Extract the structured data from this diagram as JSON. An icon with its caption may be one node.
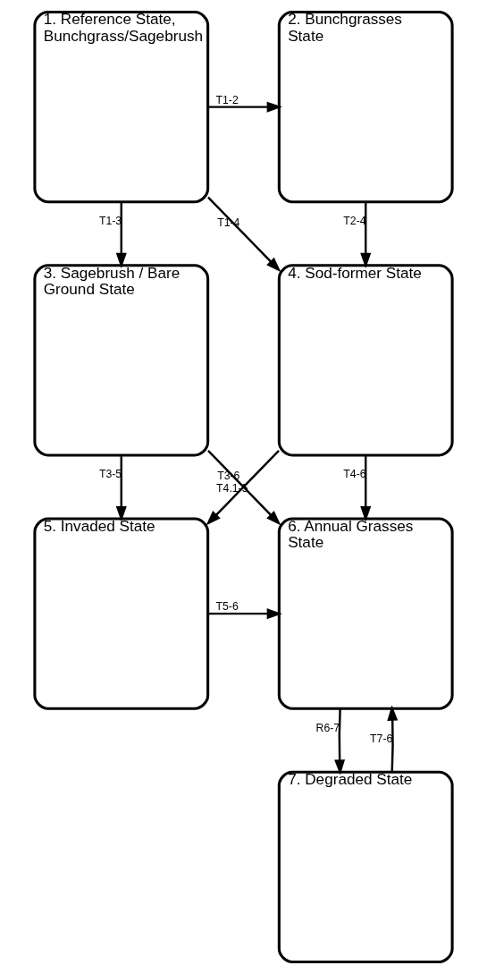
{
  "diagram": {
    "nodes": [
      {
        "text": [
          "1. Reference State, Bunchgrass/Sagebrush"
        ]
      },
      {
        "text": [
          "2. Bunchgrasses State"
        ]
      },
      {
        "text": [
          "3. Sagebrush / Bare Ground State"
        ]
      },
      {
        "text": [
          "4. Sod-former State"
        ]
      },
      {
        "text": [
          "5. Invaded State"
        ]
      },
      {
        "text": [
          "6. Annual Grasses State"
        ]
      },
      {
        "text": [
          "7. Degraded State"
        ]
      }
    ],
    "edges": [
      {
        "from": 0,
        "to": 1,
        "arrow": "to",
        "label": "T1-2"
      },
      {
        "from": 0,
        "to": 2,
        "arrow": "to",
        "label": "T1-3"
      },
      {
        "from": 0,
        "to": 3,
        "arrow": "to",
        "label": "T1-4"
      },
      {
        "from": 1,
        "to": 3,
        "arrow": "to",
        "label": "T2-4"
      },
      {
        "from": 2,
        "to": 4,
        "arrow": "to",
        "label": "T3-5"
      },
      {
        "from": 3,
        "to": 4,
        "arrow": "to",
        "label": "T4.1-5"
      },
      {
        "from": 2,
        "to": 5,
        "arrow": "to",
        "label": "T3-6"
      },
      {
        "from": 3,
        "to": 5,
        "arrow": "to",
        "label": "T4-6"
      },
      {
        "from": 4,
        "to": 5,
        "arrow": "to",
        "label": "T5-6"
      },
      {
        "from": 5,
        "to": 6,
        "arrow": "to",
        "label": "R6-7"
      },
      {
        "from": 6,
        "to": 5,
        "arrow": "to",
        "label": "T7-6"
      }
    ]
  }
}
